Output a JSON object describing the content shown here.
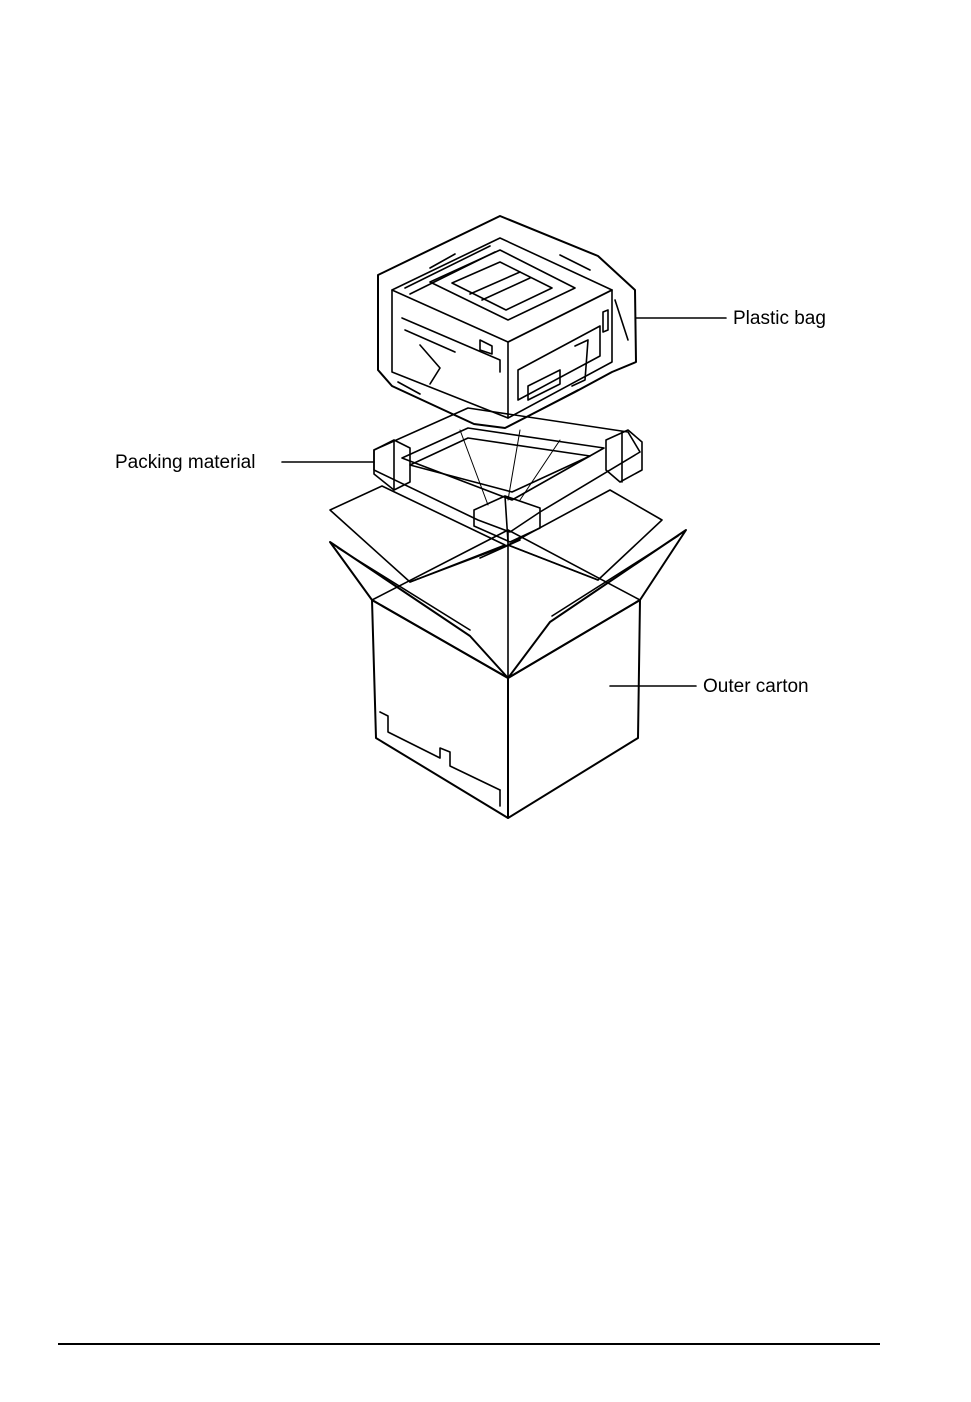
{
  "labels": {
    "plastic_bag": "Plastic bag",
    "packing_material": "Packing material",
    "outer_carton": "Outer carton"
  },
  "colors": {
    "line": "#000000",
    "background": "#ffffff"
  }
}
